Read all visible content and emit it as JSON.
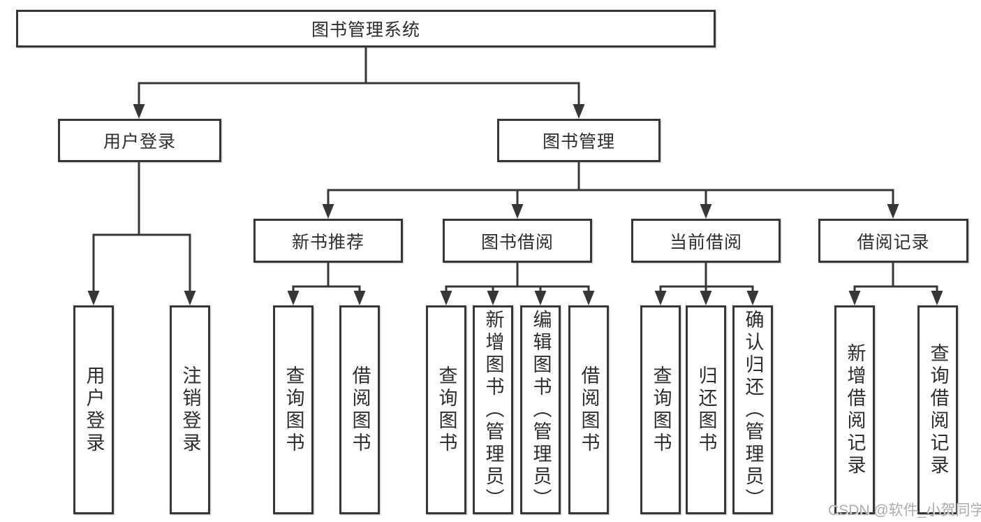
{
  "colors": {
    "line": "#363636",
    "box_border": "#363636",
    "box_fill": "#ffffff",
    "text": "#2d2d2d",
    "watermark": "#acacac",
    "background": "#ffffff"
  },
  "watermark": {
    "text": "CSDN @软件_小贺同学"
  },
  "tree": {
    "root": {
      "label": "图书管理系统"
    },
    "children": [
      {
        "label": "用户登录",
        "children": [
          "用户登录",
          "注销登录"
        ]
      },
      {
        "label": "图书管理",
        "children": [
          {
            "label": "新书推荐",
            "children": [
              "查询图书",
              "借阅图书"
            ]
          },
          {
            "label": "图书借阅",
            "children": [
              "查询图书",
              "新增图书（管理员）",
              "编辑图书（管理员）",
              "借阅图书"
            ]
          },
          {
            "label": "当前借阅",
            "children": [
              "查询图书",
              "归还图书",
              "确认归还（管理员）"
            ]
          },
          {
            "label": "借阅记录",
            "children": [
              "新增借阅记录",
              "查询借阅记录"
            ]
          }
        ]
      }
    ]
  }
}
